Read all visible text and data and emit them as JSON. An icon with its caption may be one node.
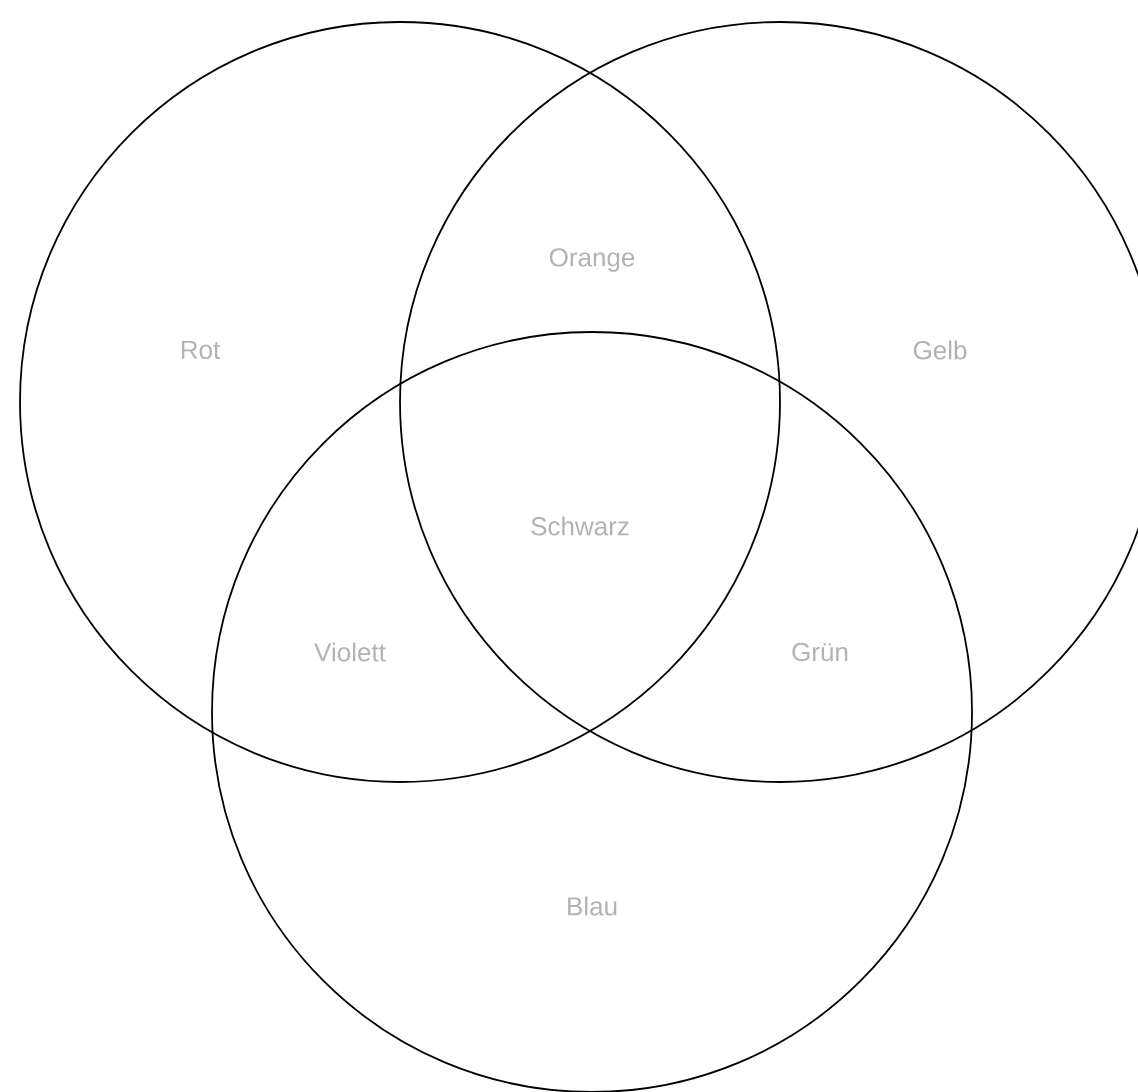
{
  "diagram": {
    "nodes": [
      {
        "text": [
          "Rot"
        ]
      },
      {
        "text": [
          "Gelb"
        ]
      },
      {
        "text": [
          "Blau"
        ]
      }
    ],
    "labels": [
      "Orange",
      "Schwarz",
      "Violett",
      "Grün"
    ]
  }
}
